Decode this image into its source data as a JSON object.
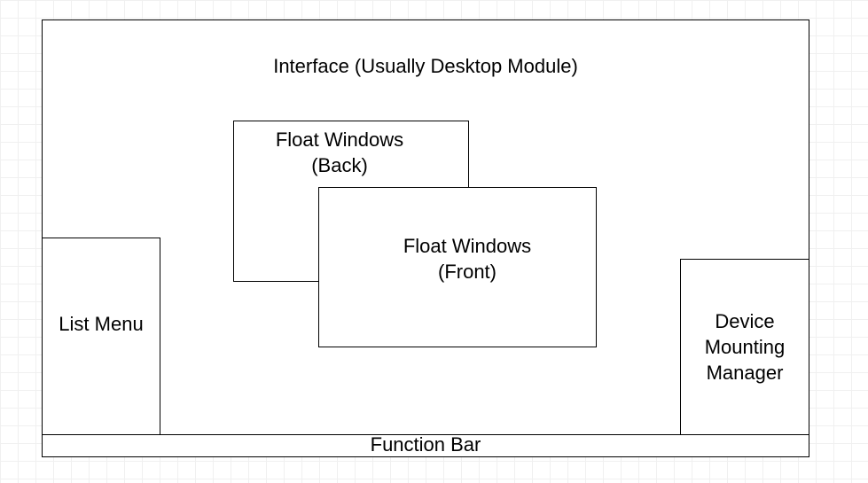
{
  "diagram": {
    "interface": {
      "label": "Interface (Usually Desktop Module)"
    },
    "float_back": {
      "label": "Float Windows\n(Back)"
    },
    "float_front": {
      "label": "Float Windows\n(Front)"
    },
    "list_menu": {
      "label": "List Menu"
    },
    "device_manager": {
      "label": "Device\nMounting\nManager"
    },
    "function_bar": {
      "label": "Function Bar"
    }
  },
  "colors": {
    "stroke": "#000000",
    "fill": "#ffffff",
    "grid": "#f0f0f0"
  }
}
